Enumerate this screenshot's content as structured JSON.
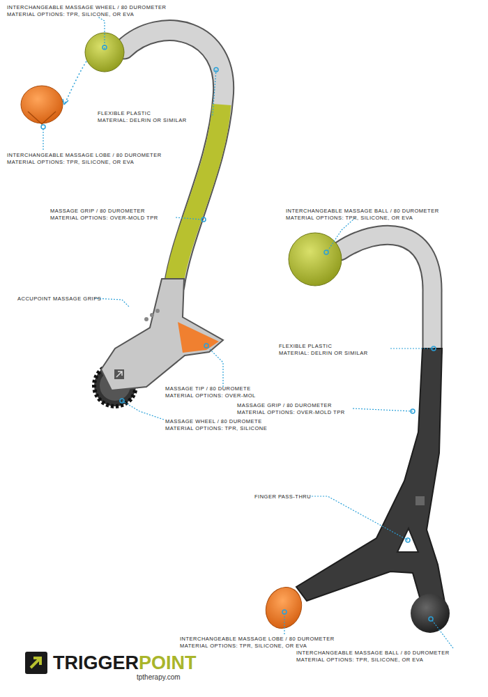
{
  "diagram": {
    "labels": [
      "INTERCHANGEABLE MASSAGE WHEEL / 80 DUROMETER",
      "MATERIAL OPTIONS: TPR, SILICONE, OR EVA",
      "FLEXIBLE PLASTIC",
      "MATERIAL: DELRIN OR SIMILAR",
      "INTERCHANGEABLE MASSAGE LOBE / 80 DUROMETER",
      "MATERIAL OPTIONS: TPR, SILICONE, OR EVA",
      "MASSAGE GRIP / 80 DUROMETER",
      "MATERIAL OPTIONS: OVER-MOLD TPR",
      "INTERCHANGEABLE MASSAGE BALL / 80 DUROMETER",
      "MATERIAL OPTIONS: TPR, SILICONE, OR EVA",
      "ACCUPOINT MASSAGE GRIPS",
      "FLEXIBLE PLASTIC",
      "MATERIAL: DELRIN OR SIMILAR",
      "MASSAGE TIP / 80 DUROMETE",
      "MATERIAL OPTIONS: OVER-MOL",
      "MASSAGE GRIP / 80 DUROMETER",
      "MATERIAL OPTIONS: OVER-MOLD TPR",
      "MASSAGE WHEEL / 80 DUROMETE",
      "MATERIAL OPTIONS: TPR, SILICONE",
      "FINGER PASS-THRU",
      "INTERCHANGEABLE MASSAGE LOBE / 80 DUROMETER",
      "MATERIAL OPTIONS: TPR, SILICONE, OR EVA",
      "INTERCHANGEABLE MASSAGE BALL / 80 DUROMETER",
      "MATERIAL OPTIONS: TPR, SILICONE, OR EVA",
      "TRIGGER",
      "POINT",
      "tptherapy.com"
    ]
  }
}
